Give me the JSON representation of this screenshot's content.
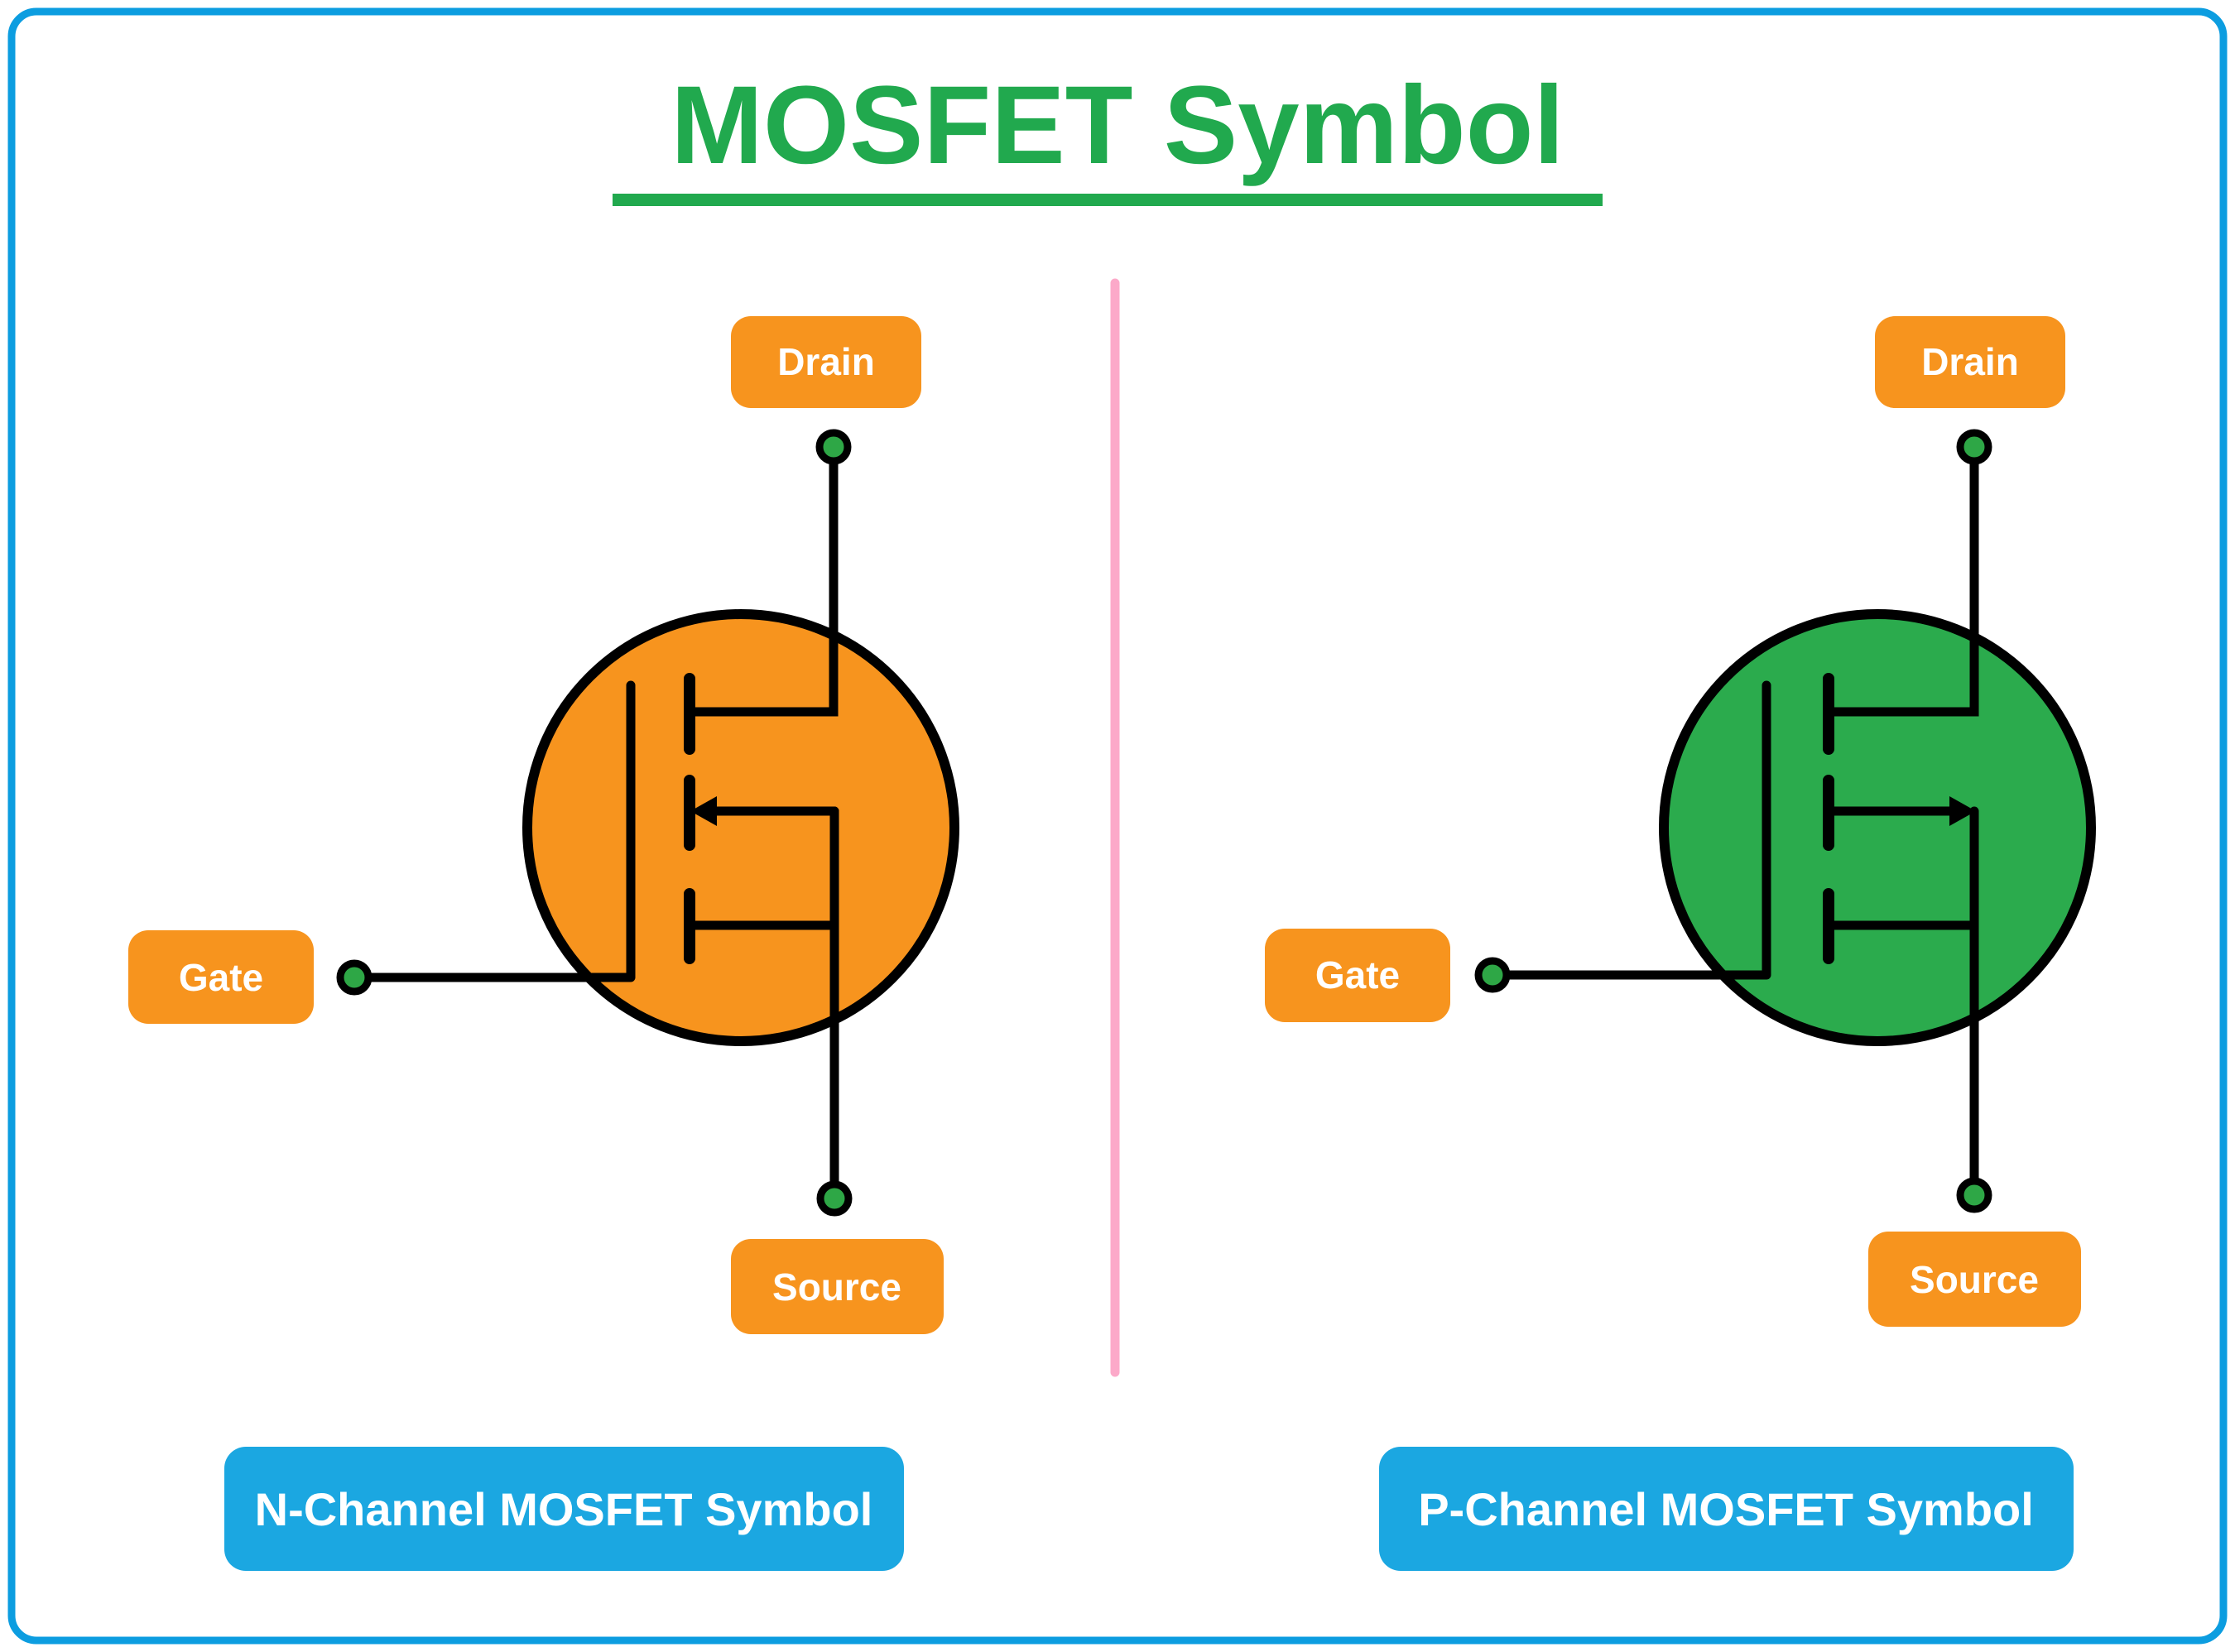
{
  "title": {
    "text": "MOSFET Symbol"
  },
  "colors": {
    "page_border_blue": "#0C9DE0",
    "title_green": "#21A94E",
    "divider_pink": "#FCA9C9",
    "label_orange": "#F7941E",
    "n_circle_orange": "#F7941E",
    "p_circle_green": "#2BAB4D",
    "terminal_dot_green": "#2EA746",
    "caption_blue": "#1BA7E1",
    "line_black": "#000000",
    "label_text_white": "#FFFFFF"
  },
  "n_mosfet": {
    "caption": "N-Channel MOSFET Symbol",
    "drain_label": "Drain",
    "gate_label": "Gate",
    "source_label": "Source"
  },
  "p_mosfet": {
    "caption": "P-Channel MOSFET Symbol",
    "drain_label": "Drain",
    "gate_label": "Gate",
    "source_label": "Source"
  }
}
